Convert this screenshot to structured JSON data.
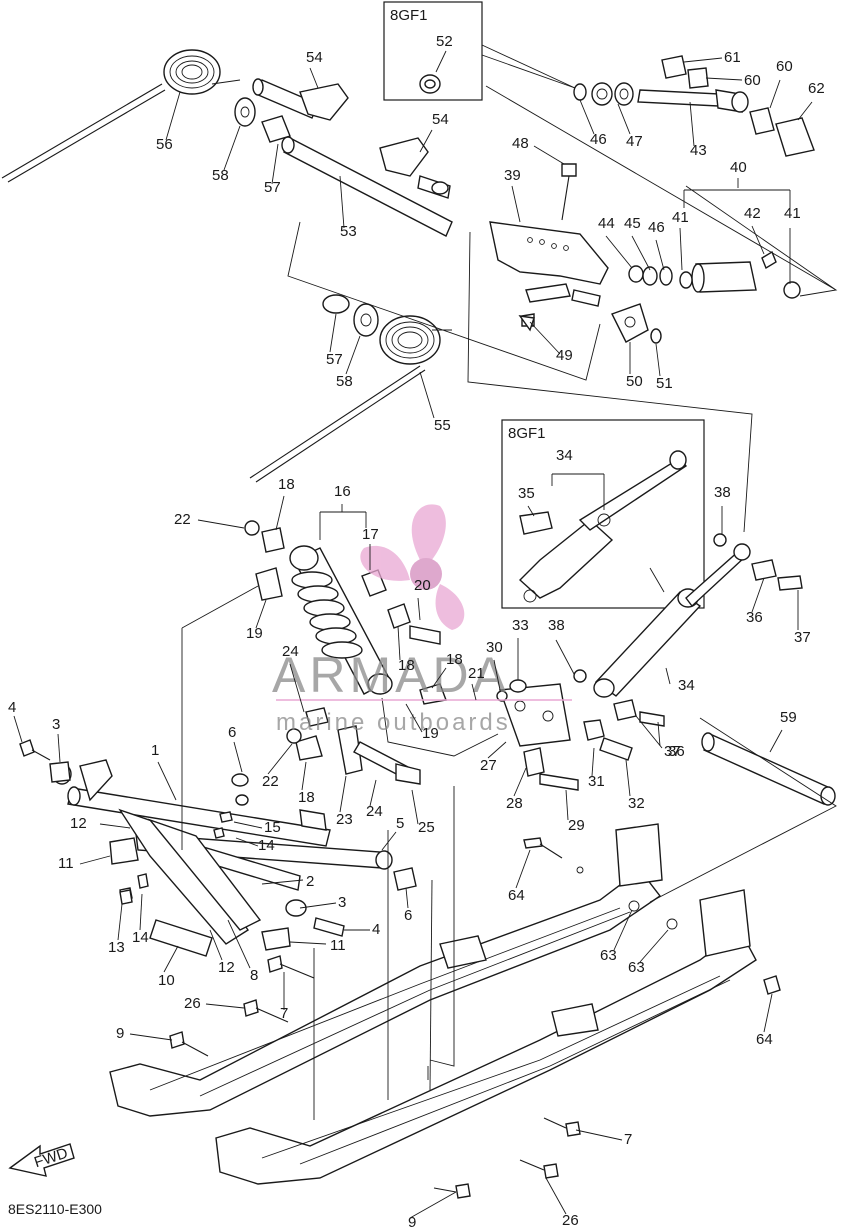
{
  "diagram": {
    "code_label": "8ES2110-E300",
    "fwd_label": "FWD",
    "inset_boxes": [
      {
        "id": "top",
        "title": "8GF1",
        "part": "52"
      },
      {
        "id": "mid",
        "title": "8GF1",
        "parts": [
          "34",
          "35"
        ]
      }
    ],
    "watermark": {
      "brand": "ARMADA",
      "tagline": "marine outboards"
    },
    "callouts": [
      "1",
      "2",
      "3",
      "4",
      "5",
      "6",
      "7",
      "8",
      "9",
      "10",
      "11",
      "12",
      "13",
      "14",
      "15",
      "16",
      "17",
      "18",
      "19",
      "20",
      "21",
      "22",
      "23",
      "24",
      "25",
      "26",
      "27",
      "28",
      "29",
      "30",
      "31",
      "32",
      "33",
      "34",
      "35",
      "36",
      "37",
      "38",
      "39",
      "40",
      "41",
      "42",
      "43",
      "44",
      "45",
      "46",
      "47",
      "48",
      "49",
      "50",
      "51",
      "52",
      "53",
      "54",
      "55",
      "56",
      "57",
      "58",
      "59",
      "60",
      "61",
      "62",
      "63",
      "64"
    ]
  }
}
